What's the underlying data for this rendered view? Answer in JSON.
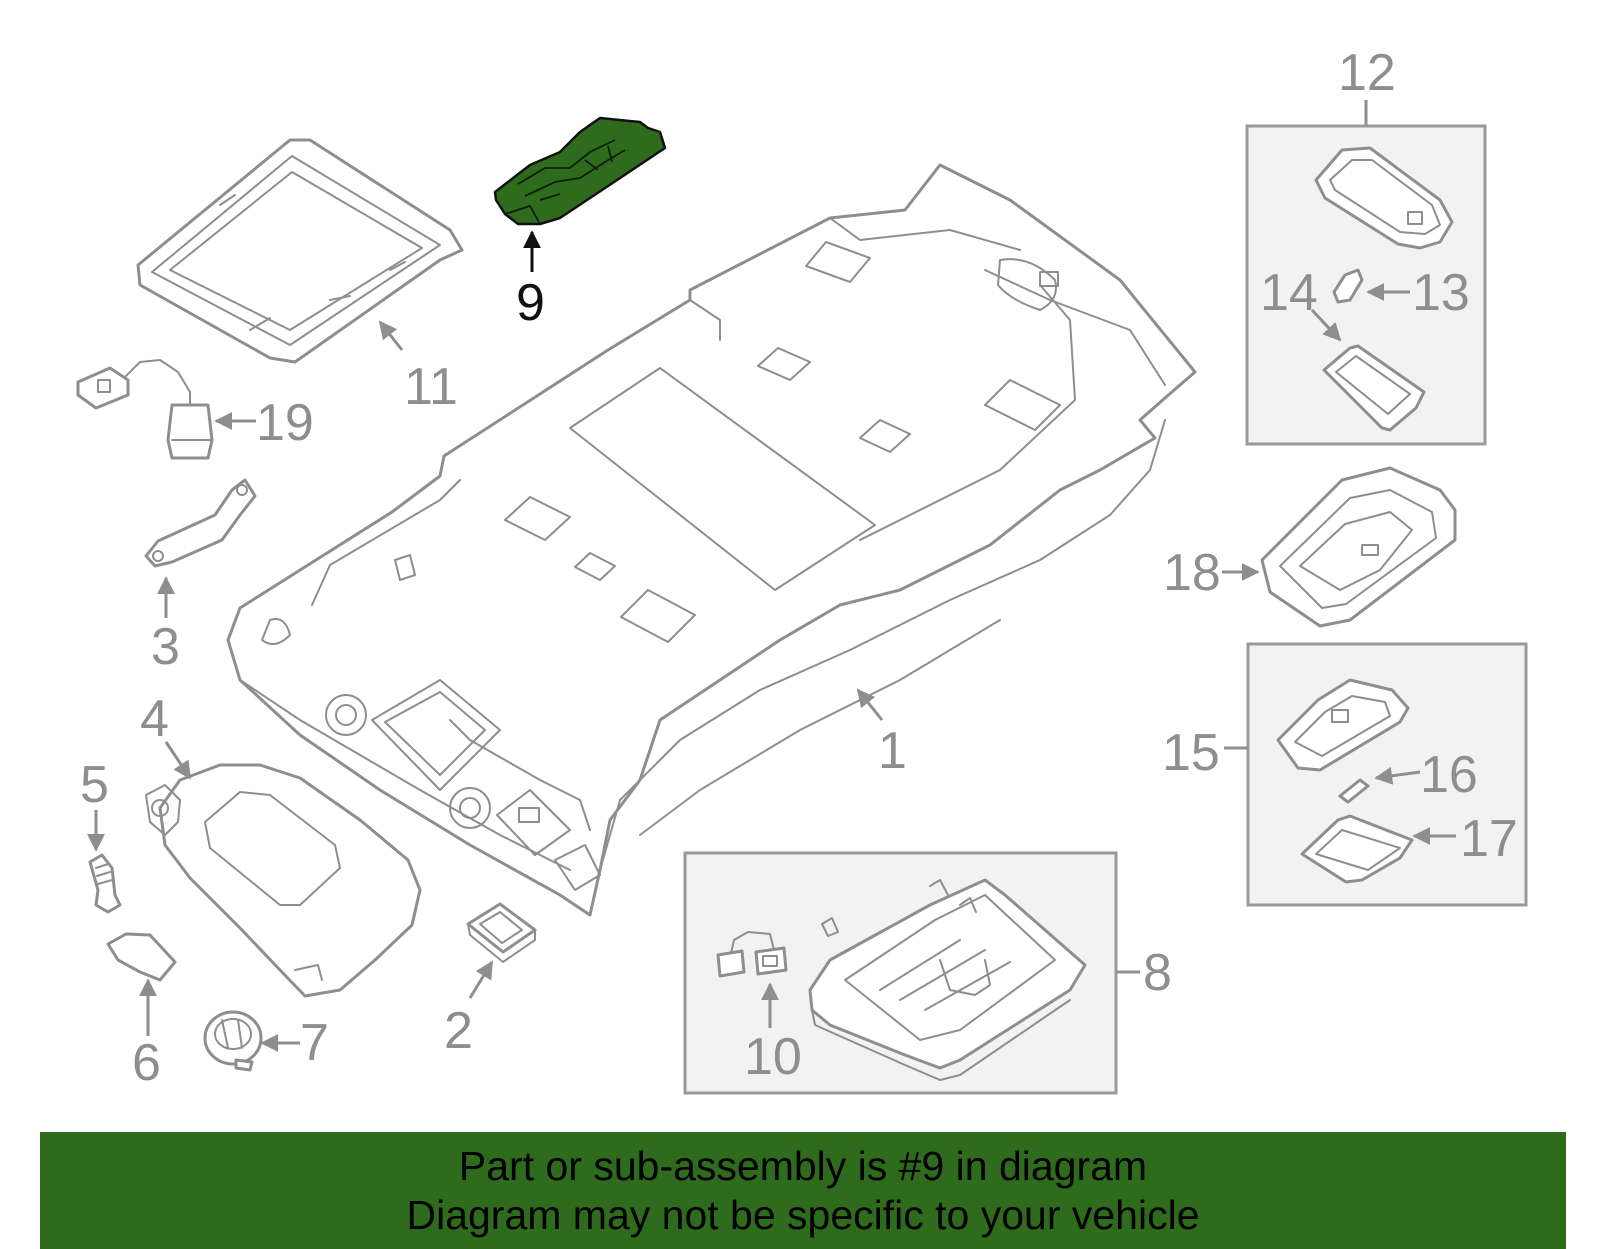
{
  "diagram": {
    "highlighted_part": "9",
    "highlight_color": "#2f6b1d",
    "line_color": "#8e8e8e",
    "callouts": [
      "1",
      "2",
      "3",
      "4",
      "5",
      "6",
      "7",
      "8",
      "9",
      "10",
      "11",
      "12",
      "13",
      "14",
      "15",
      "16",
      "17",
      "18",
      "19"
    ]
  },
  "banner": {
    "line1": "Part or sub-assembly is #9 in diagram",
    "line2": "Diagram may not be specific to your vehicle",
    "background": "#2f6b1d"
  }
}
